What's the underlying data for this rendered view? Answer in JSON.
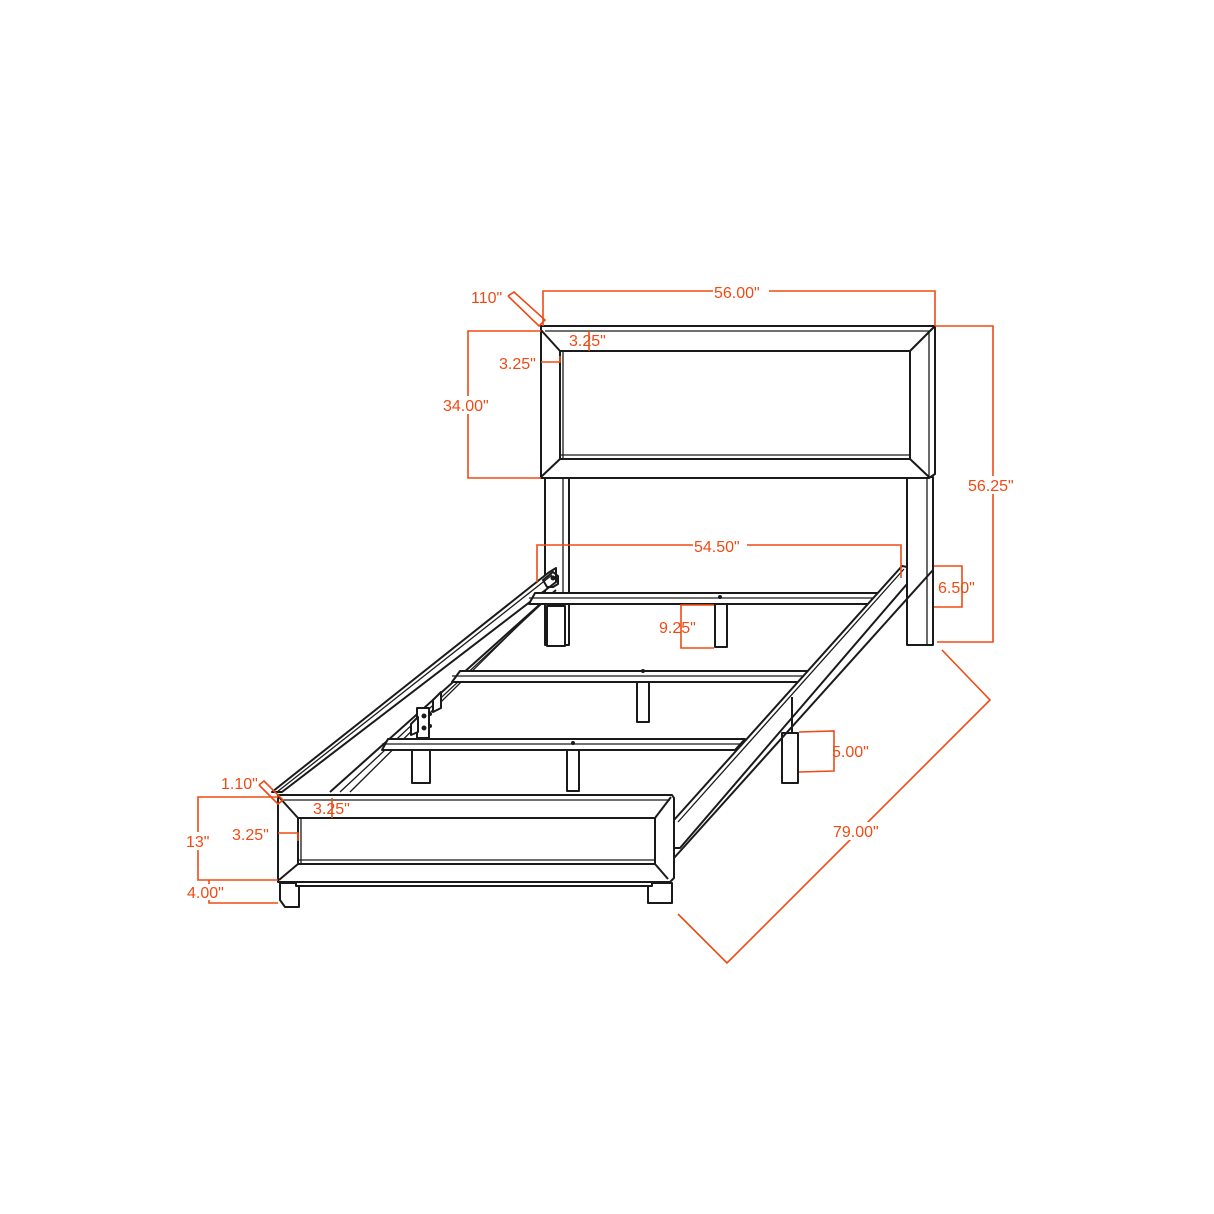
{
  "diagram": {
    "subject": "Bed frame dimension drawing",
    "line_color": "#1a1a1a",
    "dimension_color": "#f04a14",
    "headboard": {
      "overall_width": "56.00\"",
      "panel_height": "34.00\"",
      "top_frame_width": "3.25\"",
      "side_frame_width": "3.25\"",
      "bevel": "110\"",
      "overall_height": "56.25\""
    },
    "side_rail": {
      "inner_width": "54.50\"",
      "rail_height": "6.50\"",
      "leg_height": "5.00\"",
      "overall_length": "79.00\""
    },
    "slats": {
      "center_leg_height": "9.25\""
    },
    "footboard": {
      "bevel": "1.10\"",
      "top_frame_width": "3.25\"",
      "side_frame_width": "3.25\"",
      "height": "13\"",
      "leg_height": "4.00\""
    }
  }
}
